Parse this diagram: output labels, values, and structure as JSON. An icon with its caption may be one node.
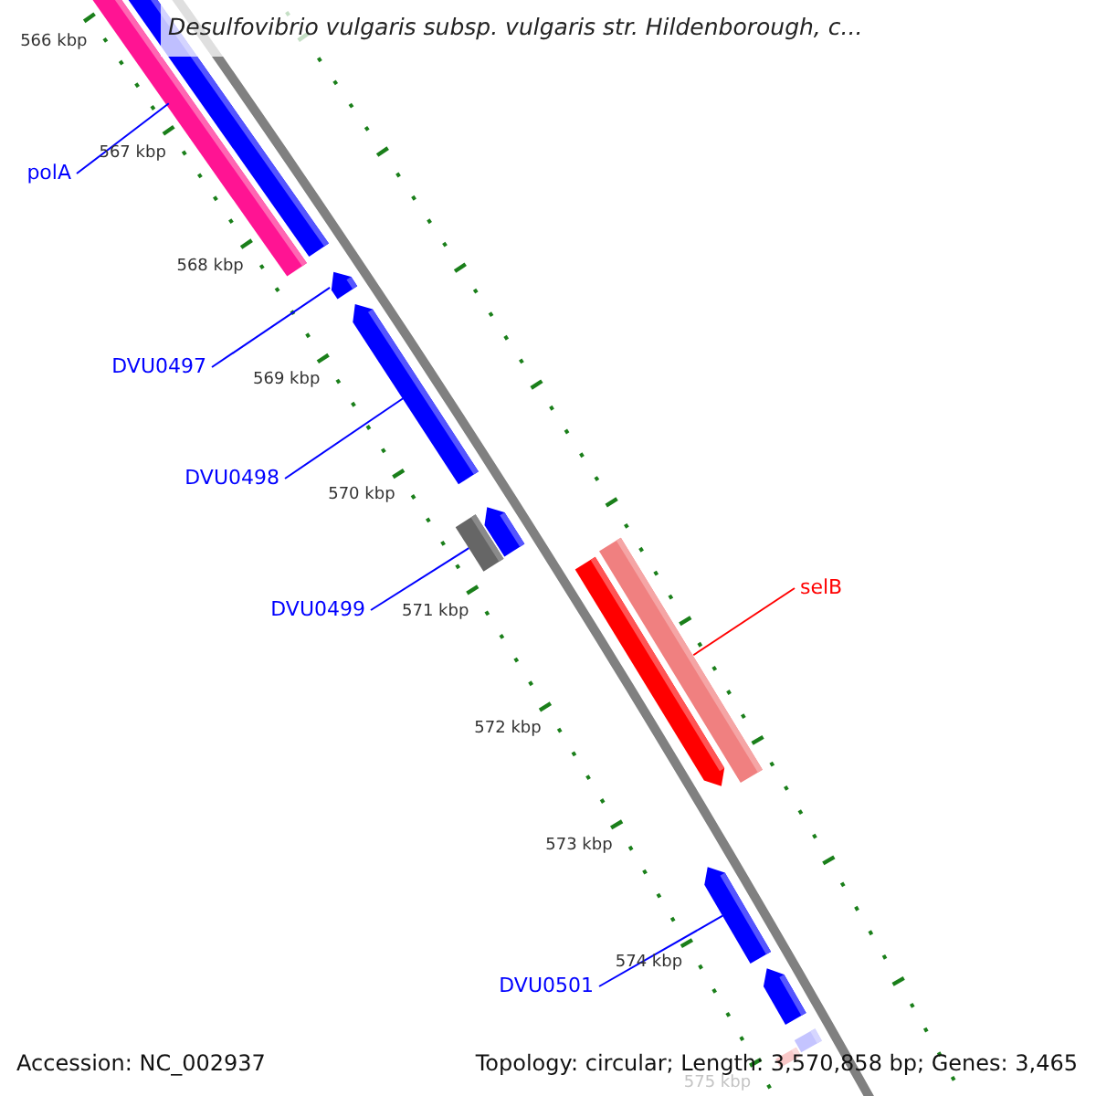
{
  "diagram": {
    "title": "Desulfovibrio vulgaris subsp. vulgaris str. Hildenborough, c...",
    "nodes": [
      {
        "text": [
          "polA"
        ]
      },
      {
        "text": [
          "DVU0497"
        ]
      },
      {
        "text": [
          "DVU0498"
        ]
      },
      {
        "text": [
          "DVU0499"
        ]
      },
      {
        "text": [
          "selB"
        ]
      },
      {
        "text": [
          "DVU0501"
        ]
      },
      {
        "text": [],
        "shape": "bar"
      },
      {
        "text": [],
        "shape": "bar"
      },
      {
        "text": [],
        "shape": "arrow"
      },
      {
        "text": [],
        "shape": "arrow"
      },
      {
        "text": [],
        "shape": "bar"
      },
      {
        "text": [],
        "shape": "arrow"
      },
      {
        "text": [],
        "shape": "arrow"
      },
      {
        "text": [],
        "shape": "bar"
      },
      {
        "text": [],
        "shape": "arrow"
      },
      {
        "text": [],
        "shape": "arrow"
      },
      {
        "text": [],
        "shape": "bar"
      },
      {
        "text": [],
        "shape": "bar"
      }
    ],
    "edges": [
      {
        "from": 0,
        "to": 6,
        "arrow": "none"
      },
      {
        "from": 1,
        "to": 8,
        "arrow": "none"
      },
      {
        "from": 2,
        "to": 9,
        "arrow": "none"
      },
      {
        "from": 3,
        "to": 10,
        "arrow": "none"
      },
      {
        "from": 4,
        "to": 13,
        "arrow": "none",
        "color": "#ff0000"
      },
      {
        "from": 5,
        "to": 14,
        "arrow": "none"
      }
    ],
    "labels": [
      "566 kbp",
      "567 kbp",
      "568 kbp",
      "569 kbp",
      "570 kbp",
      "571 kbp",
      "572 kbp",
      "573 kbp",
      "574 kbp",
      "575 kbp",
      "Accession: NC_002937",
      "Topology: circular; Length: 3,570,858 bp; Genes: 3,465"
    ]
  }
}
